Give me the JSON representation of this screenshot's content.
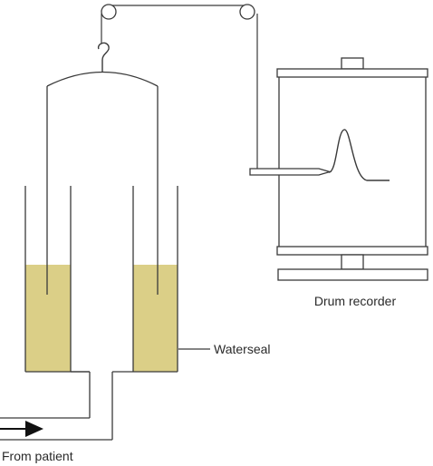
{
  "labels": {
    "drum_recorder": "Drum recorder",
    "waterseal": "Waterseal",
    "from_patient": "From patient"
  },
  "colors": {
    "stroke": "#3a3a3a",
    "water": "#dbcf87",
    "text": "#2a2a2a",
    "arrow": "#111111"
  },
  "icons": {
    "flow_arrow": "right-arrow-icon",
    "hook": "hook-icon",
    "pen": "recording-pen-icon"
  }
}
